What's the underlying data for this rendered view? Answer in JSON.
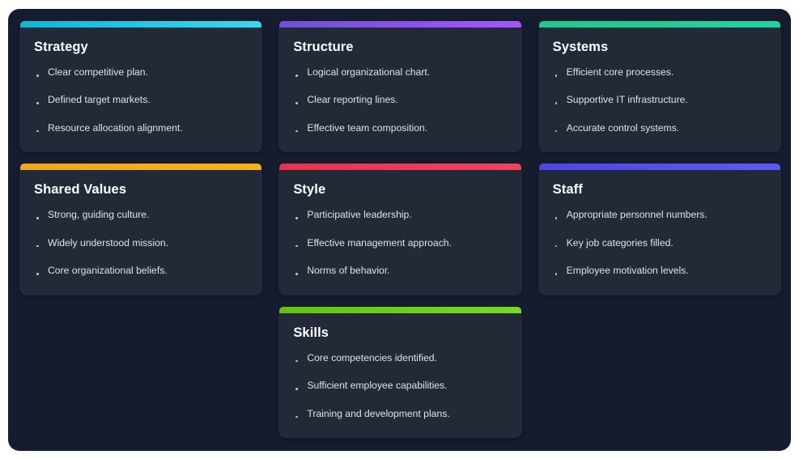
{
  "theme": {
    "page_background": "#ffffff",
    "frame_background": "#141c2e",
    "card_background": "#222a38",
    "title_color": "#ffffff",
    "item_color": "#dde3ec",
    "bullet_color": "#b9c2d0"
  },
  "cards": [
    {
      "id": "strategy",
      "title": "Strategy",
      "accent_from": "#0fb6d6",
      "accent_to": "#37d9ef",
      "items": [
        "Clear competitive plan.",
        "Defined target markets.",
        "Resource allocation alignment."
      ]
    },
    {
      "id": "structure",
      "title": "Structure",
      "accent_from": "#6d4fd8",
      "accent_to": "#a855f7",
      "items": [
        "Logical organizational chart.",
        "Clear reporting lines.",
        "Effective team composition."
      ]
    },
    {
      "id": "systems",
      "title": "Systems",
      "accent_from": "#1ec98a",
      "accent_to": "#22d3a0",
      "items": [
        "Efficient core processes.",
        "Supportive IT infrastructure.",
        "Accurate control systems."
      ]
    },
    {
      "id": "shared-values",
      "title": "Shared Values",
      "accent_from": "#f0a81a",
      "accent_to": "#fbb117",
      "items": [
        "Strong, guiding culture.",
        "Widely understood mission.",
        "Core organizational beliefs."
      ]
    },
    {
      "id": "style",
      "title": "Style",
      "accent_from": "#e8334f",
      "accent_to": "#f2425e",
      "items": [
        "Participative leadership.",
        "Effective management approach.",
        "Norms of behavior."
      ]
    },
    {
      "id": "staff",
      "title": "Staff",
      "accent_from": "#4f46e5",
      "accent_to": "#5b5bf0",
      "items": [
        "Appropriate personnel numbers.",
        "Key job categories filled.",
        "Employee motivation levels."
      ]
    },
    {
      "id": "skills",
      "title": "Skills",
      "accent_from": "#63c212",
      "accent_to": "#7cd626",
      "items": [
        "Core competencies identified.",
        "Sufficient employee capabilities.",
        "Training and development plans."
      ]
    }
  ]
}
